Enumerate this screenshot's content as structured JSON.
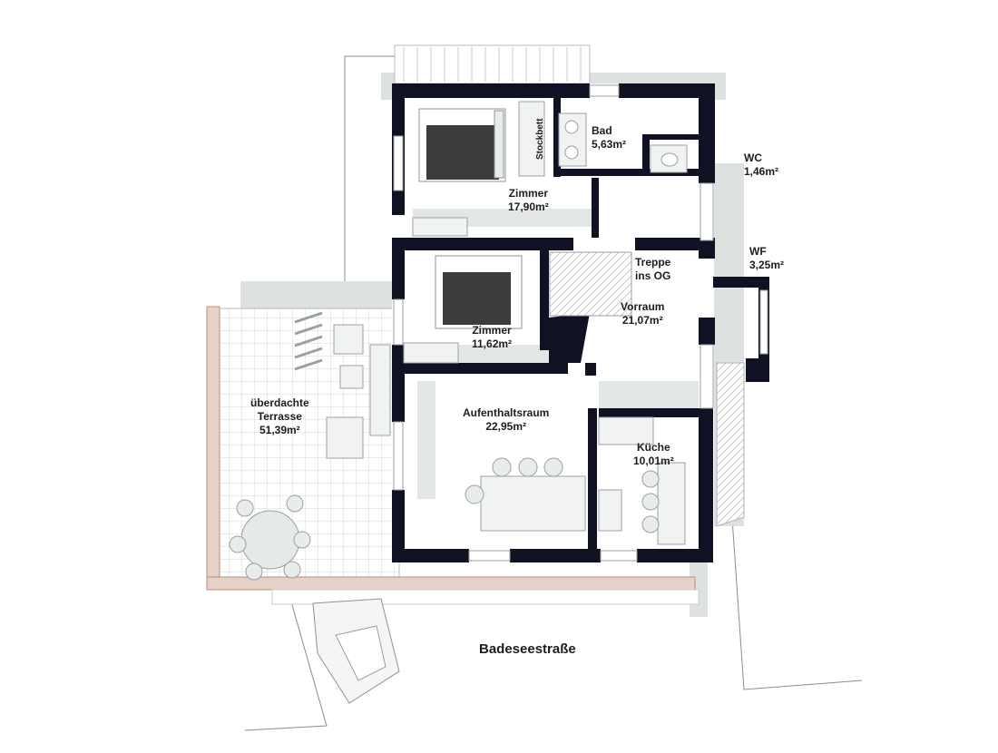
{
  "colors": {
    "wall": "#101224",
    "floor": "#ffffff",
    "shadow": "#d7dcdb",
    "terrace_grid": "#d6d9d9",
    "terrace_edge": "#c9a89a",
    "bed_cover": "#3c3c3c",
    "outline": "#9aa0a0"
  },
  "rooms": {
    "zimmer1": {
      "name": "Zimmer",
      "area": "17,90m²"
    },
    "bad": {
      "name": "Bad",
      "area": "5,63m²"
    },
    "wc": {
      "name": "WC",
      "area": "1,46m²"
    },
    "stockbett": "Stockbett",
    "treppe": {
      "line1": "Treppe",
      "line2": "ins OG"
    },
    "wf": {
      "name": "WF",
      "area": "3,25m²"
    },
    "zimmer2": {
      "name": "Zimmer",
      "area": "11,62m²"
    },
    "vorraum": {
      "name": "Vorraum",
      "area": "21,07m²"
    },
    "terrasse": {
      "line1": "überdachte",
      "line2": "Terrasse",
      "area": "51,39m²"
    },
    "aufenthalt": {
      "name": "Aufenthaltsraum",
      "area": "22,95m²"
    },
    "kueche": {
      "name": "Küche",
      "area": "10,01m²"
    }
  },
  "street": "Badeseestraße",
  "icons": [
    "bed-icon",
    "toilet-icon",
    "sink-icon",
    "stair-icon",
    "table-icon",
    "chair-icon",
    "car-icon",
    "sofa-icon"
  ]
}
